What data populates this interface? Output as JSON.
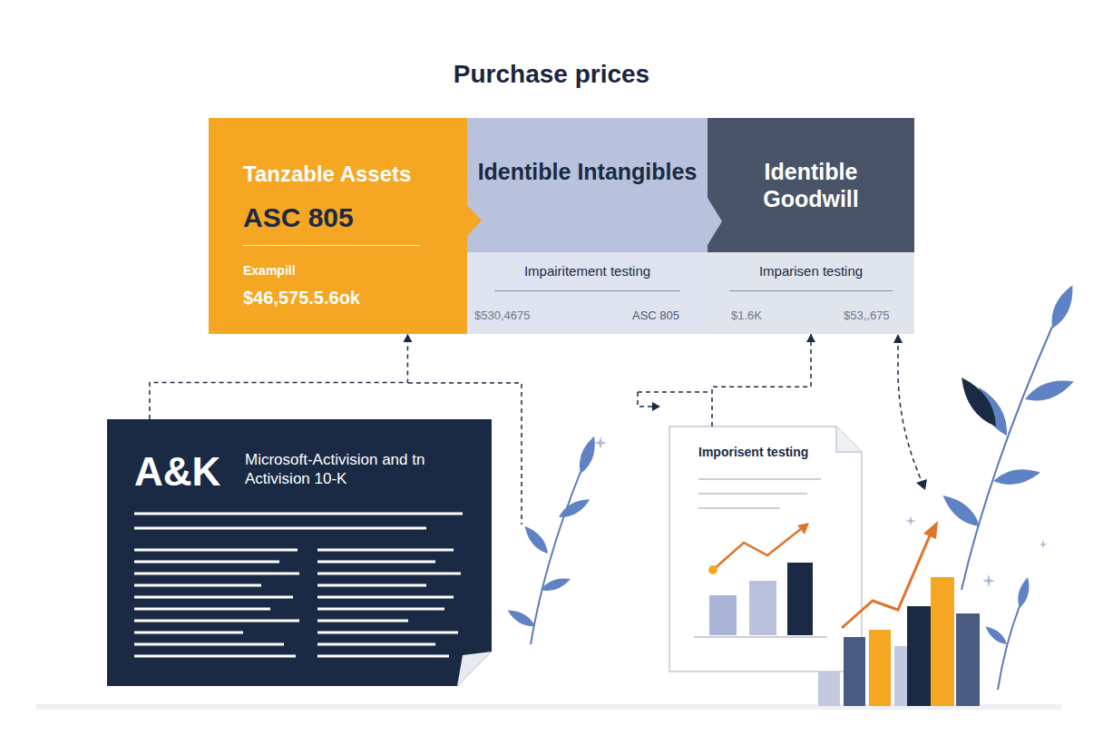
{
  "diagram": {
    "title": "Purchase prices",
    "nodes": [
      {
        "text": [
          "Tanzable Assets",
          "ASC 805",
          "Exampill",
          "$46,575.5.6ok"
        ]
      },
      {
        "text": [
          "Identible Intangibles"
        ]
      },
      {
        "text": [
          "Impairitement testing",
          "$530,4675",
          "ASC 805"
        ],
        "in": 1
      },
      {
        "text": [
          "Identible Goodwill"
        ]
      },
      {
        "text": [
          "Imparisen testing",
          "$1.6K",
          "$53,,675"
        ],
        "in": 3
      },
      {
        "text": [
          "A&K",
          "Microsoft-Activision and tn Activision 10-K"
        ]
      },
      {
        "text": [
          "Imporisent testing"
        ]
      }
    ],
    "edges": [
      {
        "from": 5,
        "to": 0,
        "arrow": "to"
      },
      {
        "from": 6,
        "to": 4,
        "arrow": "to"
      }
    ]
  }
}
